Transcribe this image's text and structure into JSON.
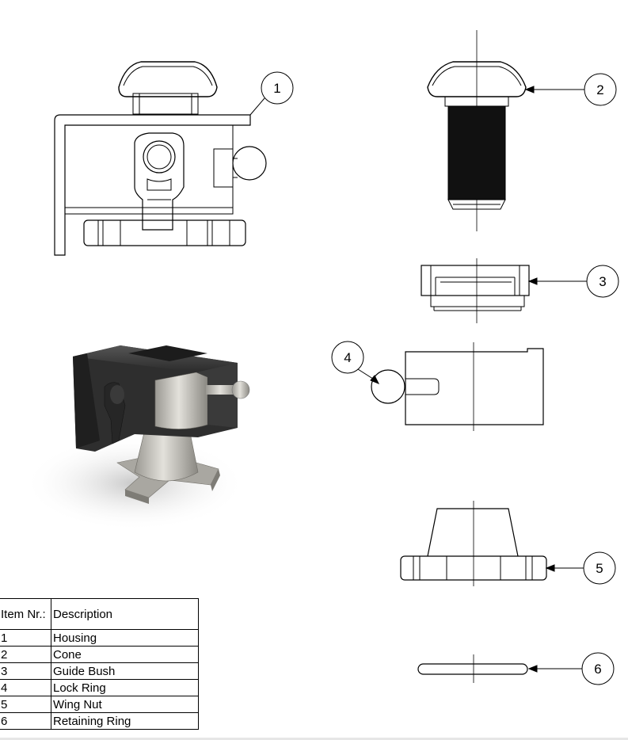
{
  "balloons": [
    {
      "id": "balloon-1",
      "label": "1"
    },
    {
      "id": "balloon-2",
      "label": "2"
    },
    {
      "id": "balloon-3",
      "label": "3"
    },
    {
      "id": "balloon-4",
      "label": "4"
    },
    {
      "id": "balloon-5",
      "label": "5"
    },
    {
      "id": "balloon-6",
      "label": "6"
    }
  ],
  "bom": {
    "header_item": "Item Nr.:",
    "header_description": "Description",
    "rows": [
      {
        "item": "1",
        "description": "Housing"
      },
      {
        "item": "2",
        "description": "Cone"
      },
      {
        "item": "3",
        "description": "Guide Bush"
      },
      {
        "item": "4",
        "description": "Lock Ring"
      },
      {
        "item": "5",
        "description": "Wing Nut"
      },
      {
        "item": "6",
        "description": "Retaining Ring"
      }
    ]
  }
}
